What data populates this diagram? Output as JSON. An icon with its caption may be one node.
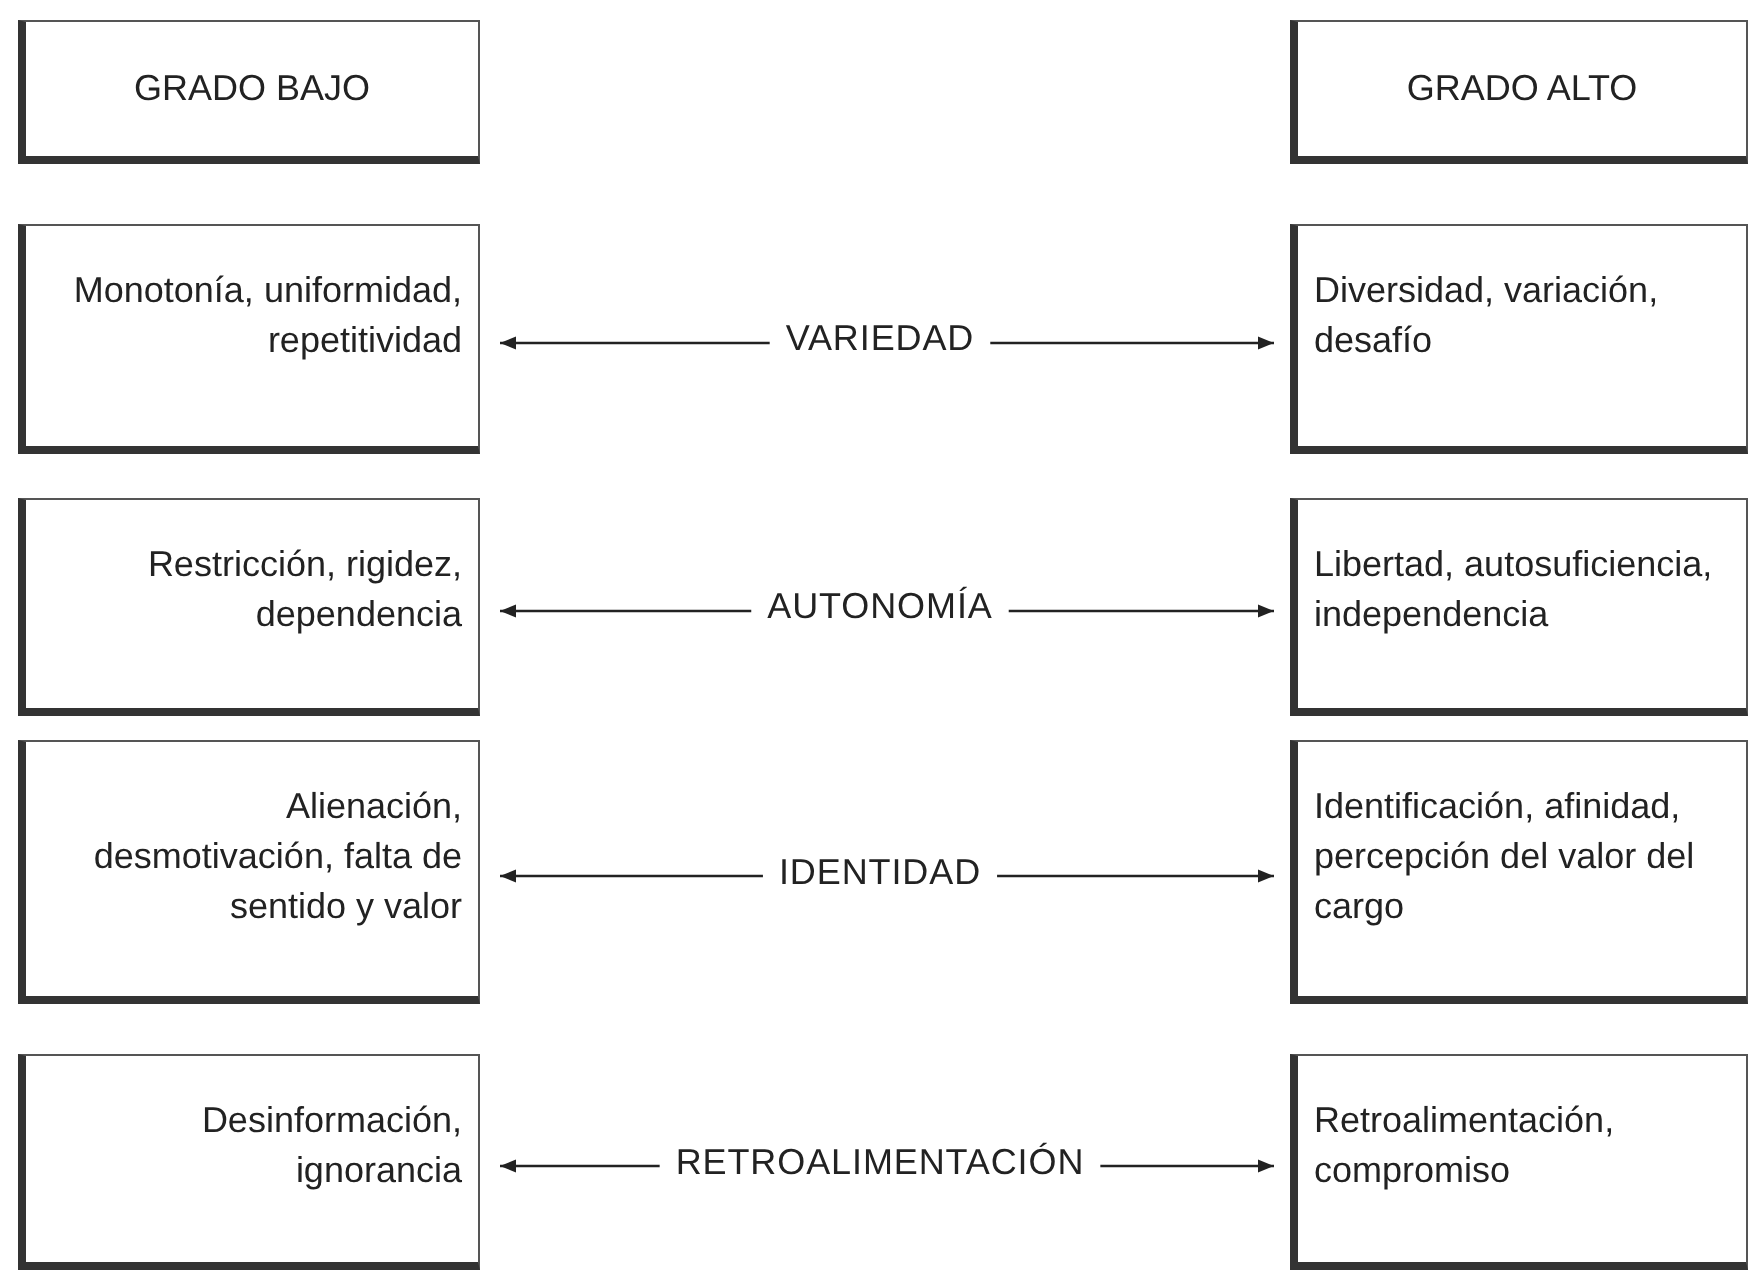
{
  "diagram": {
    "nodes": [
      {
        "text": [
          "GRADO BAJO"
        ]
      },
      {
        "text": [
          "GRADO ALTO"
        ]
      },
      {
        "text": [
          "Monotonía, uniformidad, repetitividad"
        ]
      },
      {
        "text": [
          "VARIEDAD"
        ]
      },
      {
        "text": [
          "Diversidad, variación, desafío"
        ]
      },
      {
        "text": [
          "Restricción, rigidez, dependencia"
        ]
      },
      {
        "text": [
          "AUTONOMÍA"
        ]
      },
      {
        "text": [
          "Libertad, autosuficiencia, independencia"
        ]
      },
      {
        "text": [
          "Alienación, desmotivación, falta de sentido y valor"
        ]
      },
      {
        "text": [
          "IDENTIDAD"
        ]
      },
      {
        "text": [
          "Identificación, afinidad, percepción del valor del cargo"
        ]
      },
      {
        "text": [
          "Desinformación, ignorancia"
        ]
      },
      {
        "text": [
          "RETROALIMENTACIÓN"
        ]
      },
      {
        "text": [
          "Retroalimentación, compromiso"
        ]
      }
    ],
    "edges": [
      {
        "from": 3,
        "to": 2,
        "arrow": "to"
      },
      {
        "from": 3,
        "to": 4,
        "arrow": "to"
      },
      {
        "from": 6,
        "to": 5,
        "arrow": "to"
      },
      {
        "from": 6,
        "to": 7,
        "arrow": "to"
      },
      {
        "from": 9,
        "to": 8,
        "arrow": "to"
      },
      {
        "from": 9,
        "to": 10,
        "arrow": "to"
      },
      {
        "from": 12,
        "to": 11,
        "arrow": "to"
      },
      {
        "from": 12,
        "to": 13,
        "arrow": "to"
      }
    ]
  }
}
